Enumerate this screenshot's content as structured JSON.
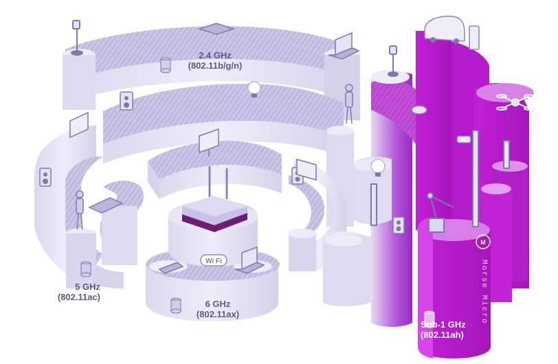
{
  "bands": [
    {
      "id": "2.4ghz",
      "freq": "2.4 GHz",
      "std": "(802.11b/g/n)"
    },
    {
      "id": "5ghz",
      "freq": "5 GHz",
      "std": "(802.11ac)"
    },
    {
      "id": "6ghz",
      "freq": "6 GHz",
      "std": "(802.11ax)"
    },
    {
      "id": "sub1ghz",
      "freq": "Sub-1 GHz",
      "std": "(802.11ah)"
    }
  ],
  "router_badge": "Wi Fi",
  "brand": {
    "vertical_text": "Morse Micro"
  },
  "colors": {
    "wall_light": "#e6e4f4",
    "wall_mid": "#d6d3ec",
    "wall_shadow": "#bcb8dc",
    "floor_hatch": "#a7a3cf",
    "icon_outline": "#7d79b0",
    "router_accent": "#6f1c76",
    "sub1_magenta": "#c223d6",
    "sub1_gradient_start": "#a44fd0",
    "sub1_dark": "#9e16b2"
  },
  "icons": [
    "laptop-icon",
    "lamp-icon",
    "speaker-icon",
    "tv-icon",
    "bulb-icon",
    "person-icon",
    "tablet-icon",
    "router-icon",
    "car-icon",
    "ev-charger-icon",
    "drone-icon",
    "security-camera-icon",
    "robot-arm-icon",
    "industrial-sensor-icon",
    "database-icon"
  ]
}
